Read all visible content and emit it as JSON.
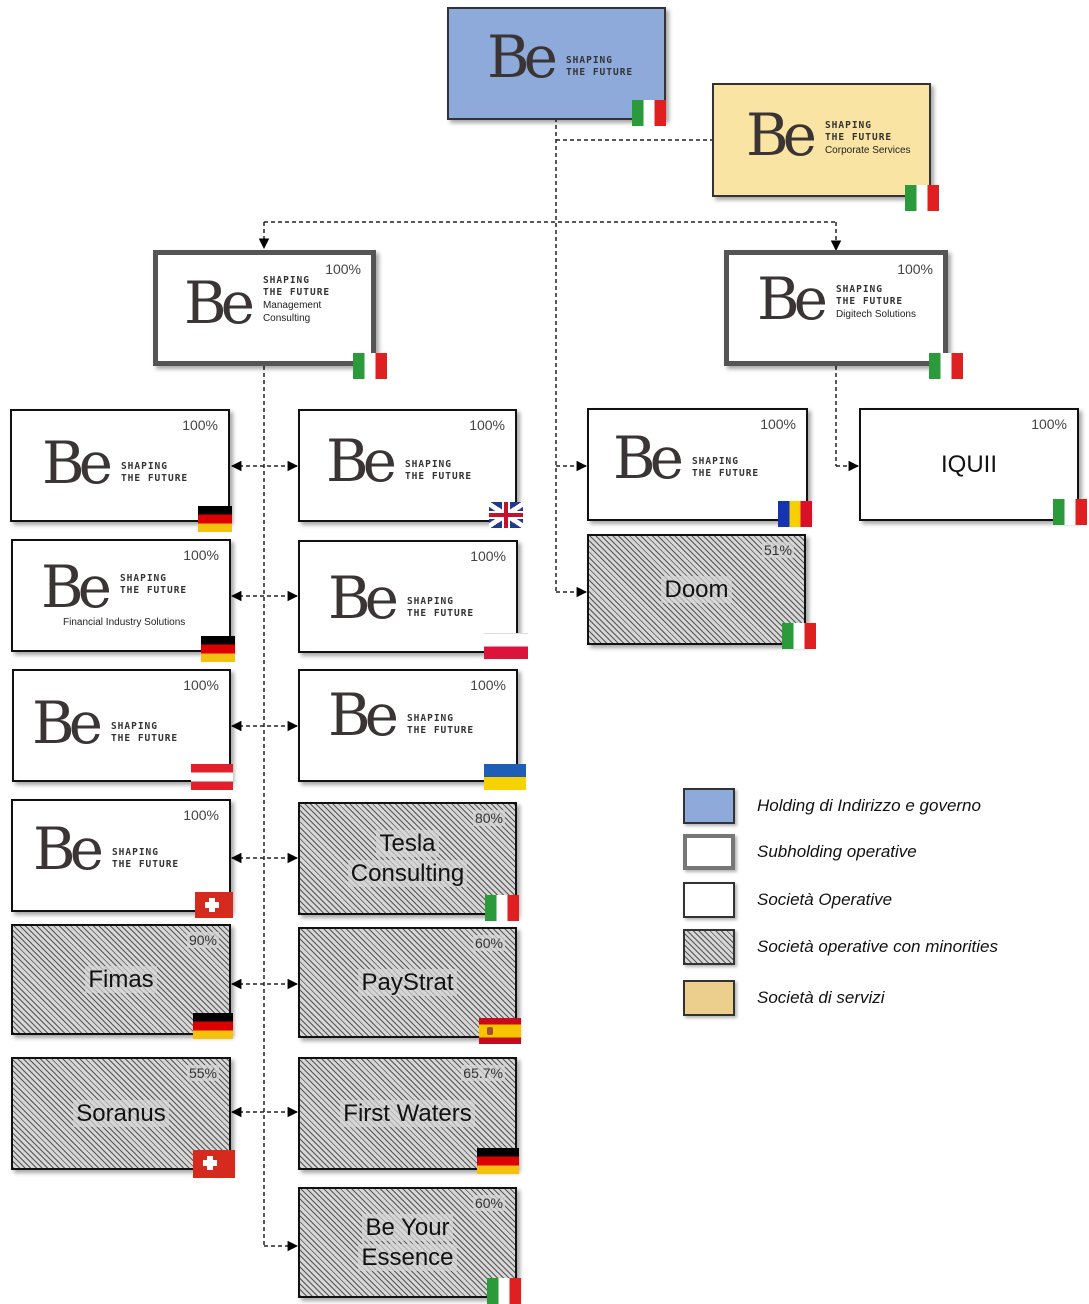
{
  "logo": {
    "mark": "Be",
    "tag_line1": "SHAPING",
    "tag_line2": "THE FUTURE"
  },
  "holding": {
    "flag": "it"
  },
  "corporate_services": {
    "subtitle": "Corporate Services",
    "flag": "it"
  },
  "management_consulting": {
    "pct": "100%",
    "subtitle_line1": "Management",
    "subtitle_line2": "Consulting",
    "flag": "it"
  },
  "digitech": {
    "pct": "100%",
    "subtitle": "Digitech Solutions",
    "flag": "it"
  },
  "be_germany": {
    "pct": "100%",
    "flag": "de"
  },
  "be_uk": {
    "pct": "100%",
    "flag": "uk"
  },
  "be_romania": {
    "pct": "100%",
    "flag": "ro"
  },
  "iquii": {
    "pct": "100%",
    "name": "IQUII",
    "flag": "it"
  },
  "be_fis": {
    "pct": "100%",
    "subtitle": "Financial Industry Solutions",
    "flag": "de"
  },
  "be_poland": {
    "pct": "100%",
    "flag": "pl"
  },
  "doom": {
    "pct": "51%",
    "name": "Doom",
    "flag": "it"
  },
  "be_austria": {
    "pct": "100%",
    "flag": "at"
  },
  "be_ukraine": {
    "pct": "100%",
    "flag": "ua"
  },
  "be_switzerland": {
    "pct": "100%",
    "flag": "ch"
  },
  "tesla": {
    "pct": "80%",
    "name_line1": "Tesla",
    "name_line2": "Consulting",
    "flag": "it"
  },
  "fimas": {
    "pct": "90%",
    "name": "Fimas",
    "flag": "de"
  },
  "paystrat": {
    "pct": "60%",
    "name": "PayStrat",
    "flag": "es"
  },
  "soranus": {
    "pct": "55%",
    "name": "Soranus",
    "flag": "ch"
  },
  "first_waters": {
    "pct": "65.7%",
    "name": "First Waters",
    "flag": "de"
  },
  "be_your_essence": {
    "pct": "60%",
    "name_line1": "Be Your",
    "name_line2": "Essence",
    "flag": "it"
  },
  "legend": [
    {
      "key": "holding",
      "label": "Holding di Indirizzo e governo"
    },
    {
      "key": "sub",
      "label": "Subholding operative"
    },
    {
      "key": "op",
      "label": "Società Operative"
    },
    {
      "key": "hatch",
      "label": "Società operative con minorities"
    },
    {
      "key": "services",
      "label": "Società di servizi"
    }
  ],
  "colors": {
    "holding": "#8eaadb",
    "services": "#fae4a4",
    "minorities_hatch": "#d6d6d6"
  }
}
